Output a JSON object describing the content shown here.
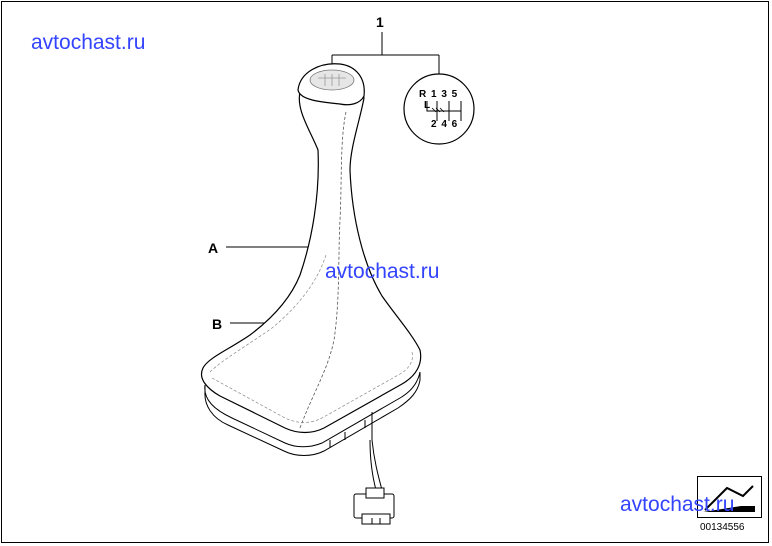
{
  "watermarks": {
    "top_left": "avtochast.ru",
    "center": "avtochast.ru",
    "bottom_right": "avtochast.ru"
  },
  "callouts": {
    "item_1": "1",
    "item_a": "A",
    "item_b": "B"
  },
  "shift_pattern": {
    "top_row": "R 1 3 5",
    "reverse_hint": "L",
    "bottom_row": "2 4 6"
  },
  "diagram_code": "00134556",
  "colors": {
    "watermark": "#3344ff",
    "line": "#000000"
  },
  "icons": {
    "logo": "publisher-mark-icon"
  }
}
